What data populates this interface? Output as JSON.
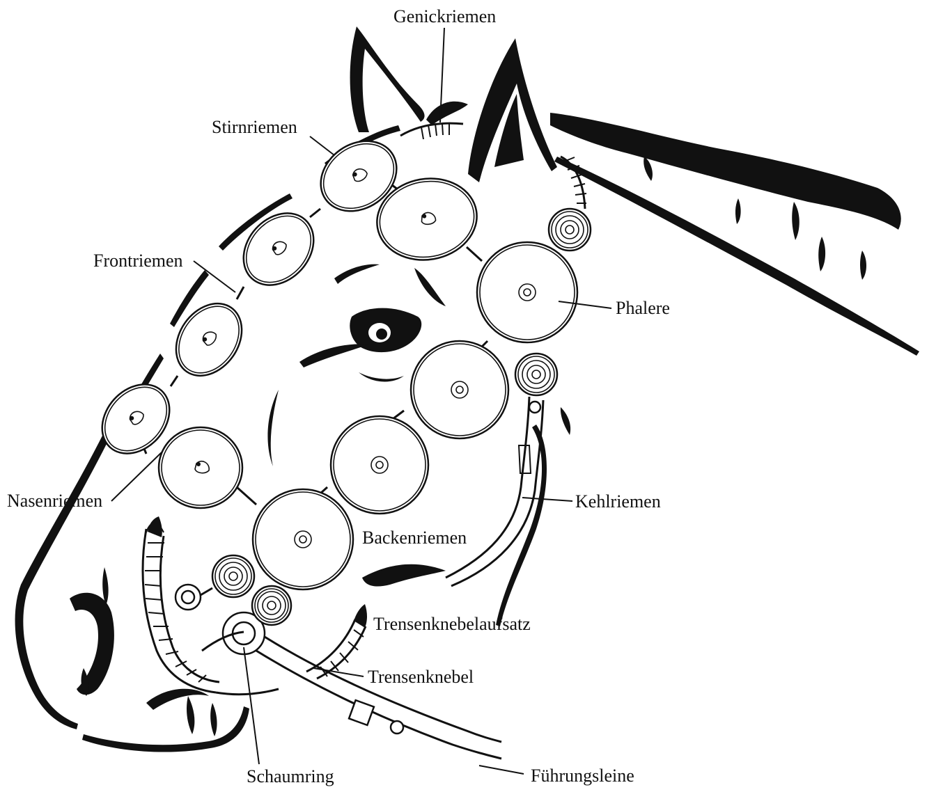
{
  "labels": {
    "genickriemen": "Genickriemen",
    "stirnriemen": "Stirnriemen",
    "frontriemen": "Frontriemen",
    "phalere": "Phalere",
    "nasenriemen": "Nasenriemen",
    "kehlriemen": "Kehlriemen",
    "backenriemen": "Backenriemen",
    "trensenknebelaufsatz": "Trensenknebelaufsatz",
    "trensenknebel": "Trensenknebel",
    "schaumring": "Schaumring",
    "fuehrungsleine": "Führungsleine"
  }
}
